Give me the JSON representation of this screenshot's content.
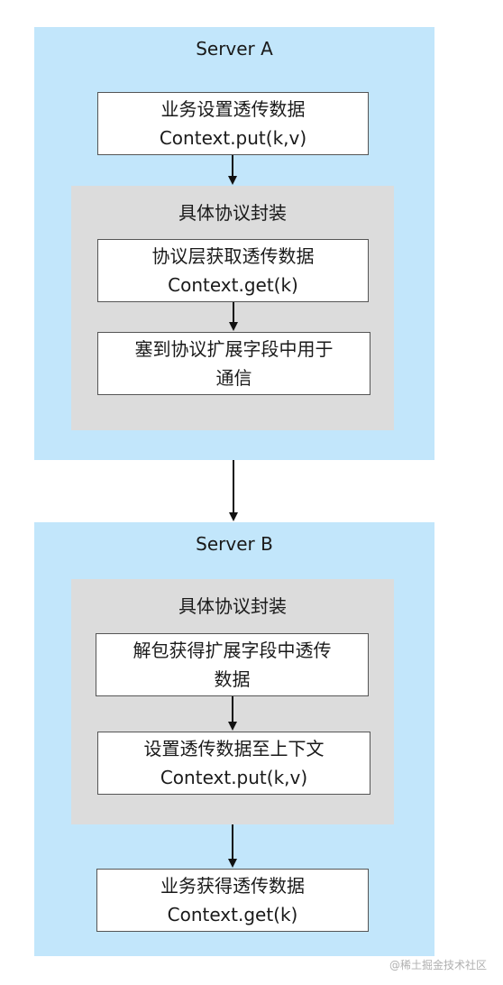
{
  "server_a": {
    "title": "Server A",
    "step1": {
      "line1": "业务设置透传数据",
      "line2": "Context.put(k,v)"
    },
    "group": {
      "title": "具体协议封装",
      "step1": {
        "line1": "协议层获取透传数据",
        "line2": "Context.get(k)"
      },
      "step2": {
        "line1": "塞到协议扩展字段中用于",
        "line2": "通信"
      }
    }
  },
  "server_b": {
    "title": "Server B",
    "group": {
      "title": "具体协议封装",
      "step1": {
        "line1": "解包获得扩展字段中透传",
        "line2": "数据"
      },
      "step2": {
        "line1": "设置透传数据至上下文",
        "line2": "Context.put(k,v)"
      }
    },
    "step_last": {
      "line1": "业务获得透传数据",
      "line2": "Context.get(k)"
    }
  },
  "watermark": "@稀土掘金技术社区",
  "colors": {
    "panel": "#c2e6fb",
    "group": "#dcdcdc",
    "box_border": "#555555",
    "arrow": "#111111"
  }
}
